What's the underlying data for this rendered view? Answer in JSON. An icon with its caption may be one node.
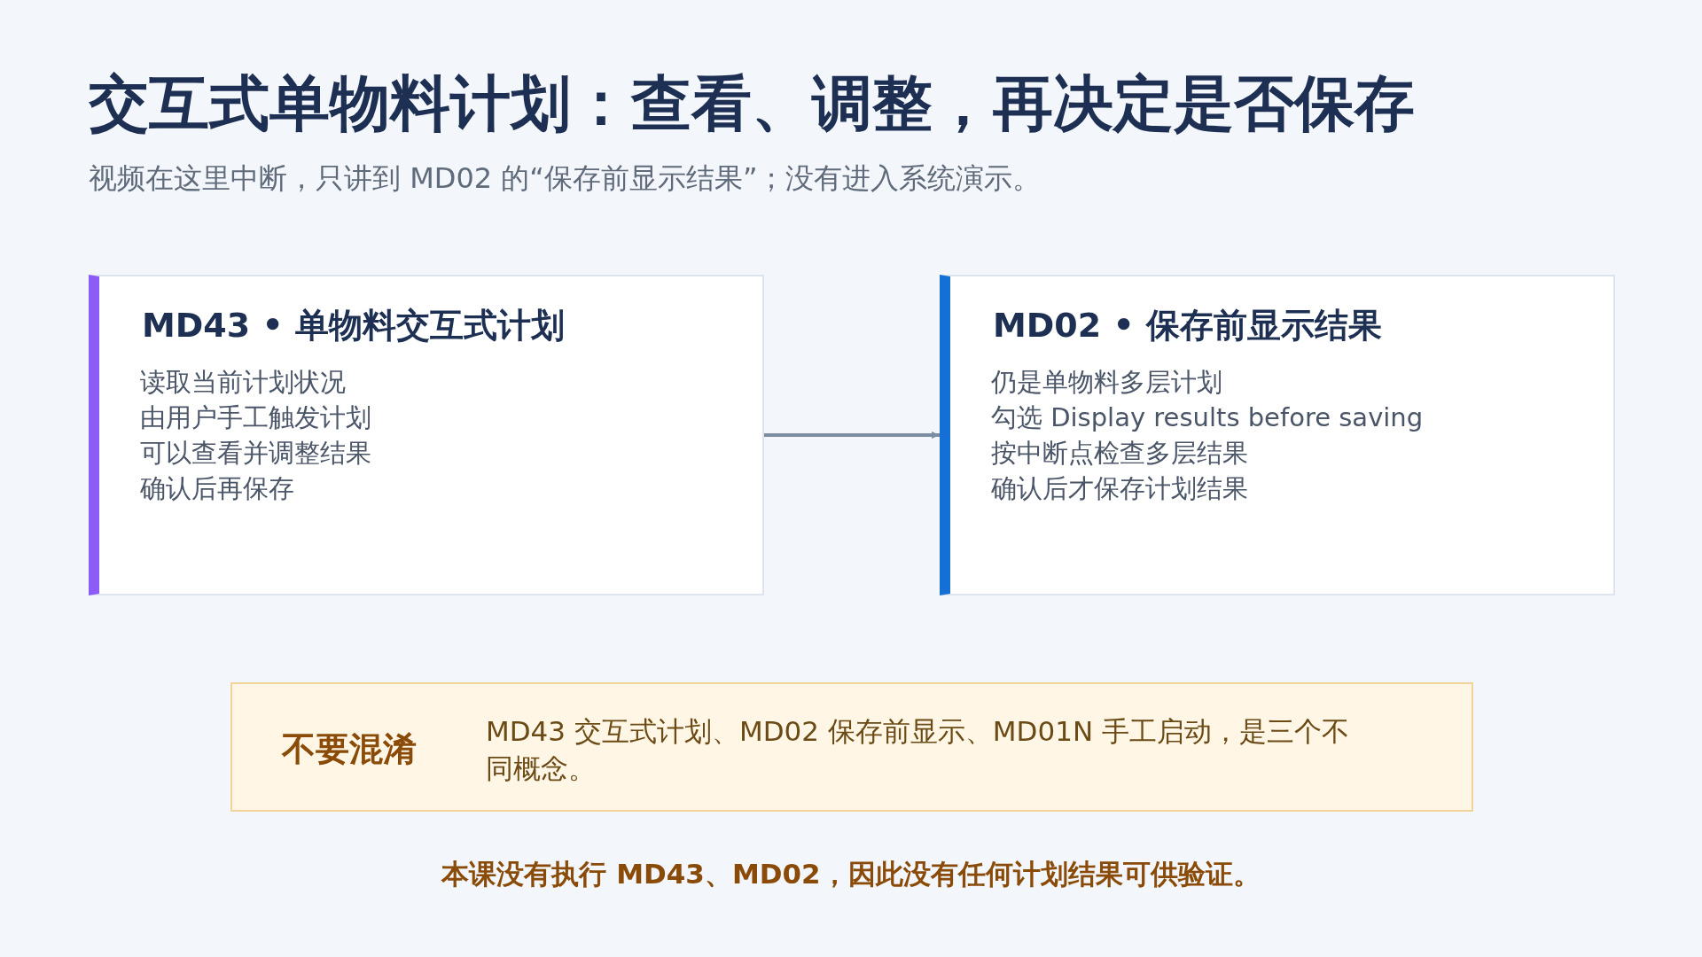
{
  "diagram": {
    "title": "交互式单物料计划：查看、调整，再决定是否保存",
    "nodes": [
      {
        "text": [
          "MD43 • 单物料交互式计划",
          "读取当前计划状况",
          "由用户手工触发计划",
          "可以查看并调整结果",
          "确认后再保存"
        ]
      },
      {
        "text": [
          "MD02 • 保存前显示结果",
          "仍是单物料多层计划",
          "勾选 Display results before saving",
          "按中断点检查多层结果",
          "确认后才保存计划结果"
        ]
      },
      {
        "text": [
          "不要混淆",
          "MD43 交互式计划、MD02 保存前显示、MD01N 手工启动，是三个不同概念。"
        ]
      }
    ],
    "edges": [
      {
        "from": 0,
        "to": 1,
        "arrow": "to"
      }
    ],
    "labels": [
      "视频在这里中断，只讲到 MD02 的“保存前显示结果”；没有进入系统演示。",
      "本课没有执行 MD43、MD02，因此没有任何计划结果可供验证。"
    ]
  }
}
